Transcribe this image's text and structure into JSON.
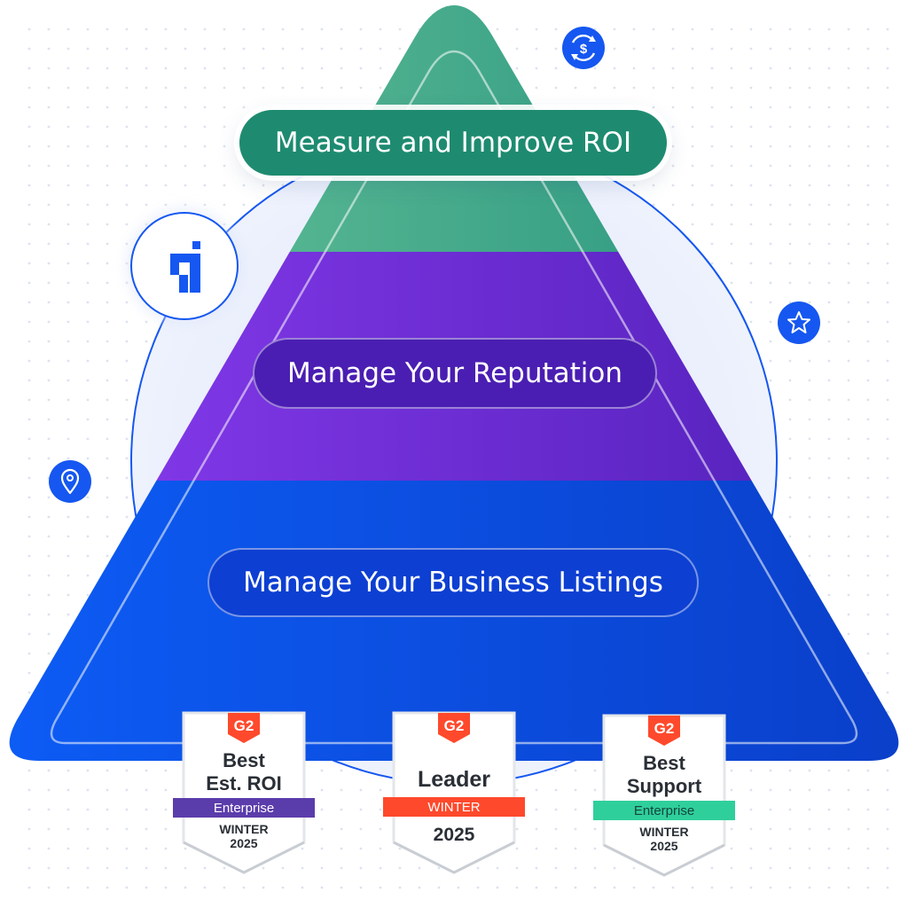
{
  "pyramid": {
    "top_label": "Measure and Improve ROI",
    "middle_label": "Manage Your Reputation",
    "bottom_label": "Manage Your Business Listings"
  },
  "colors": {
    "top_tier": "#3fae8a",
    "middle_tier": "#7b2fe0",
    "bottom_tier": "#0b4de8",
    "icon_blue": "#1557f0",
    "g2_red": "#ff492c"
  },
  "icons": [
    "brand-logo-icon",
    "dollar-exchange-icon",
    "star-icon",
    "location-pin-icon"
  ],
  "badges": [
    {
      "logo": "G2",
      "title_line1": "Best",
      "title_line2": "Est. ROI",
      "ribbon": "Enterprise",
      "ribbon_color": "#5b3cab",
      "season_line1": "WINTER",
      "season_line2": "2025"
    },
    {
      "logo": "G2",
      "title_line1": "Leader",
      "ribbon": "WINTER",
      "ribbon_color": "#ff492c",
      "season_line1": "2025"
    },
    {
      "logo": "G2",
      "title_line1": "Best",
      "title_line2": "Support",
      "ribbon": "Enterprise",
      "ribbon_color": "#2fcf9b",
      "season_line1": "WINTER",
      "season_line2": "2025"
    }
  ]
}
